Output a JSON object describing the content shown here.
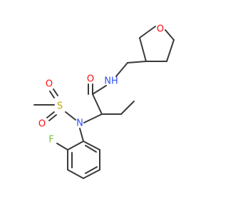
{
  "colors": {
    "bond": "#3a3a3a",
    "oxygen": "#ff0d0d",
    "nitrogen": "#3050f8",
    "sulfur": "#c9a400",
    "fluorine": "#7fbf3f"
  },
  "atoms": {
    "ring_oxygen": "O",
    "amide_oxygen": "O",
    "amide_nh": "NH",
    "sulfonyl_o_top": "O",
    "sulfonyl_o_bottom": "O",
    "sulfur": "S",
    "sulfonamide_n": "N",
    "fluorine": "F"
  }
}
